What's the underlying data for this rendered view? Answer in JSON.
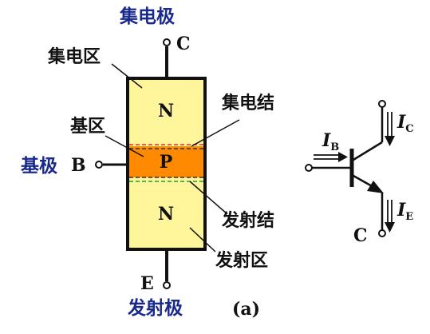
{
  "structure": {
    "collector_electrode": "集电极",
    "collector_region": "集电区",
    "base_region": "基区",
    "base_electrode": "基极",
    "collector_junction": "集电结",
    "emitter_junction": "发射结",
    "emitter_region": "发射区",
    "emitter_electrode": "发射极",
    "terminal_c": "C",
    "terminal_b": "B",
    "terminal_e": "E",
    "layer_top": "N",
    "layer_mid": "P",
    "layer_bottom": "N",
    "caption": "(a)"
  },
  "symbol": {
    "base_current": "I",
    "base_current_sub": "B",
    "collector_current": "I",
    "collector_current_sub": "C",
    "emitter_current": "I",
    "emitter_current_sub": "E",
    "bottom_terminal": "C"
  },
  "colors": {
    "n_region": "#fff59a",
    "p_region": "#ff8a00",
    "label_blue": "#1a2a8c",
    "junction_red": "#e0302a",
    "junction_green": "#2a9a3a"
  }
}
